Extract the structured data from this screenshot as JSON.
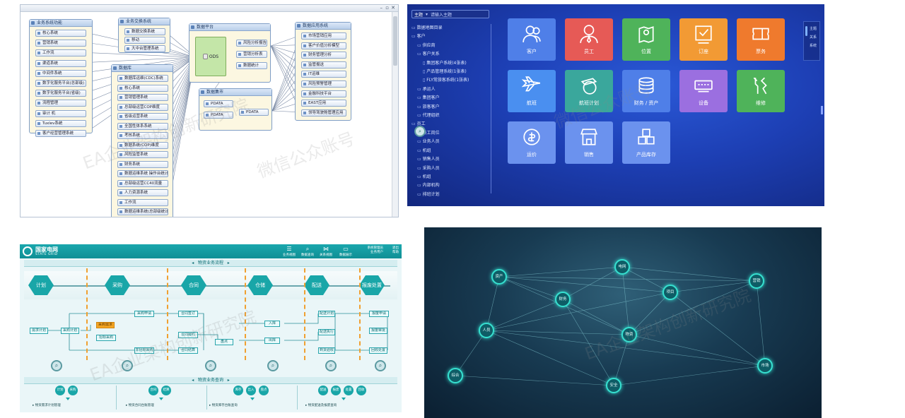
{
  "colors": {
    "p2_bg": "#1d3fb4",
    "grid_teal": "#19a6a8",
    "grid_orange": "#f5a623",
    "net_glow": "#36e0d0"
  },
  "panel1": {
    "groups": [
      {
        "title": "业务系统功能",
        "nodes": [
          "核心系统",
          "营销系统",
          "工作流",
          "渠道系统",
          "中间件系统",
          "数字化服务平台(总部级)",
          "数字化服务平台(省级)",
          "流程管理",
          "审计 机",
          "Tuxlev系统",
          "客户经营管理系统"
        ]
      },
      {
        "title": "业务交换系统",
        "nodes": [
          "数据交换系统",
          "移动",
          "大中台管理系统"
        ]
      },
      {
        "title": "数据库",
        "nodes": [
          "数据库运维(CDC)系统",
          "核心系统",
          "营销管理系统",
          "总部级运营COP维度",
          "省级运营系统",
          "全国性体系系统",
          "考核系统",
          "数据系统(COP)维度",
          "风险监管系统",
          "财务系统",
          "数据运维系统 操作台统计",
          "总部级运营CC40流量",
          "人力资源系统",
          "工作流",
          "数据运维系统(总部级统计)"
        ]
      },
      {
        "title": "数据平台",
        "ods": "ODS",
        "nodes": [
          "风险分析报告",
          "营销分析表",
          "数据统计"
        ]
      },
      {
        "title": "数据集市",
        "nodes": [
          "PDATA",
          "PDATA",
          "PDATA"
        ]
      },
      {
        "title": "数据应用系统",
        "nodes": [
          "市场营销应用",
          "客户价值分析模型",
          "财务管理分析",
          "监管报送",
          "IT运维",
          "风险预警管理",
          "金融科技平台",
          "EAST应用",
          "领导驾驶舱管理应用"
        ]
      }
    ]
  },
  "panel2": {
    "search": {
      "select": "主题",
      "placeholder": "请输入主题"
    },
    "tree_title": "数据地图目录",
    "tree": [
      {
        "label": "客户",
        "kind": "folder",
        "level": 0
      },
      {
        "label": "供应商",
        "kind": "folder",
        "level": 1
      },
      {
        "label": "客户关系",
        "kind": "folder",
        "level": 1
      },
      {
        "label": "集团客户系统(4张表)",
        "kind": "doc",
        "level": 2
      },
      {
        "label": "产品管理系统(1张表)",
        "kind": "doc",
        "level": 2
      },
      {
        "label": "FLY常旅客系统(1张表)",
        "kind": "doc",
        "level": 2
      },
      {
        "label": "承运人",
        "kind": "folder",
        "level": 1
      },
      {
        "label": "集团客户",
        "kind": "folder",
        "level": 1
      },
      {
        "label": "旅客客户",
        "kind": "folder",
        "level": 1
      },
      {
        "label": "代理组织",
        "kind": "folder",
        "level": 1
      },
      {
        "label": "员工",
        "kind": "folder",
        "level": 0
      },
      {
        "label": "员工岗位",
        "kind": "folder",
        "level": 1
      },
      {
        "label": "业务人员",
        "kind": "folder",
        "level": 1
      },
      {
        "label": "机组",
        "kind": "folder",
        "level": 1
      },
      {
        "label": "销售人员",
        "kind": "folder",
        "level": 1
      },
      {
        "label": "采购人员",
        "kind": "folder",
        "level": 1
      },
      {
        "label": "机组",
        "kind": "folder",
        "level": 1
      },
      {
        "label": "内部机构",
        "kind": "folder",
        "level": 1
      },
      {
        "label": "排班计划",
        "kind": "folder",
        "level": 1
      }
    ],
    "tiles": [
      {
        "label": "客户",
        "icon": "customer-icon",
        "color": "blue"
      },
      {
        "label": "员工",
        "icon": "employee-icon",
        "color": "red"
      },
      {
        "label": "位置",
        "icon": "location-icon",
        "color": "green"
      },
      {
        "label": "订座",
        "icon": "booking-icon",
        "color": "orange"
      },
      {
        "label": "票务",
        "icon": "ticket-icon",
        "color": "orange2"
      },
      {
        "label": "航班",
        "icon": "airplane-icon",
        "color": "sky"
      },
      {
        "label": "航班计划",
        "icon": "flight-plan-icon",
        "color": "teal"
      },
      {
        "label": "财务 / 资产",
        "icon": "finance-icon",
        "color": "blue"
      },
      {
        "label": "设备",
        "icon": "device-icon",
        "color": "purple"
      },
      {
        "label": "维修",
        "icon": "repair-icon",
        "color": "green"
      },
      {
        "label": "运价",
        "icon": "fare-icon",
        "color": "light"
      },
      {
        "label": "销售",
        "icon": "shop-icon",
        "color": "light"
      },
      {
        "label": "产品库存",
        "icon": "inventory-icon",
        "color": "light"
      }
    ],
    "right_nav": [
      "主题",
      "关系",
      "系统"
    ]
  },
  "panel3": {
    "brand": "国家电网",
    "brand_en": "STATE GRID",
    "toolbar": [
      {
        "label": "业务视图",
        "icon": "list-icon"
      },
      {
        "label": "数据查询",
        "icon": "search-icon"
      },
      {
        "label": "关系视图",
        "icon": "relation-icon"
      },
      {
        "label": "数据展示",
        "icon": "monitor-icon"
      }
    ],
    "user_lines": [
      "系统管理员",
      "业务用户"
    ],
    "user_lines2": [
      "退出",
      "帮助"
    ],
    "section_top": "物资业务流程",
    "section_bottom": "物资业务查询",
    "stages": [
      "计划",
      "采购",
      "合同",
      "仓储",
      "配送",
      "报废处置"
    ],
    "boxes": [
      "需求计划",
      "采购计划",
      "采购申请",
      "招标采购",
      "非招标采购",
      "合同签订",
      "合同履约",
      "合同结算",
      "入库",
      "出库",
      "盘点",
      "配送计划",
      "配送执行",
      "报废申请",
      "报废审批",
      "回收处置",
      "到货验收"
    ],
    "highlight_box": "采购需求",
    "bottom_groups": [
      {
        "circles": [
          "计划",
          "采购"
        ],
        "text": "▸ 物资需求计划管理"
      },
      {
        "circles": [
          "合同",
          "结算"
        ],
        "text": "▸ 物资合同台账管理"
      },
      {
        "circles": [
          "库存",
          "出入",
          "盘点"
        ],
        "text": "▸ 物资库存台账查询"
      },
      {
        "circles": [
          "配送",
          "报废",
          "处置",
          "回收"
        ],
        "text": "▸ 物资配送及报废查询"
      }
    ]
  },
  "panel4": {
    "nodes": [
      "资产",
      "电网",
      "项目",
      "营销",
      "财务",
      "人员",
      "物资",
      "综合",
      "安全",
      "市场"
    ]
  },
  "watermarks": [
    "EA企业架构创新研究院",
    "微信公众账号"
  ]
}
